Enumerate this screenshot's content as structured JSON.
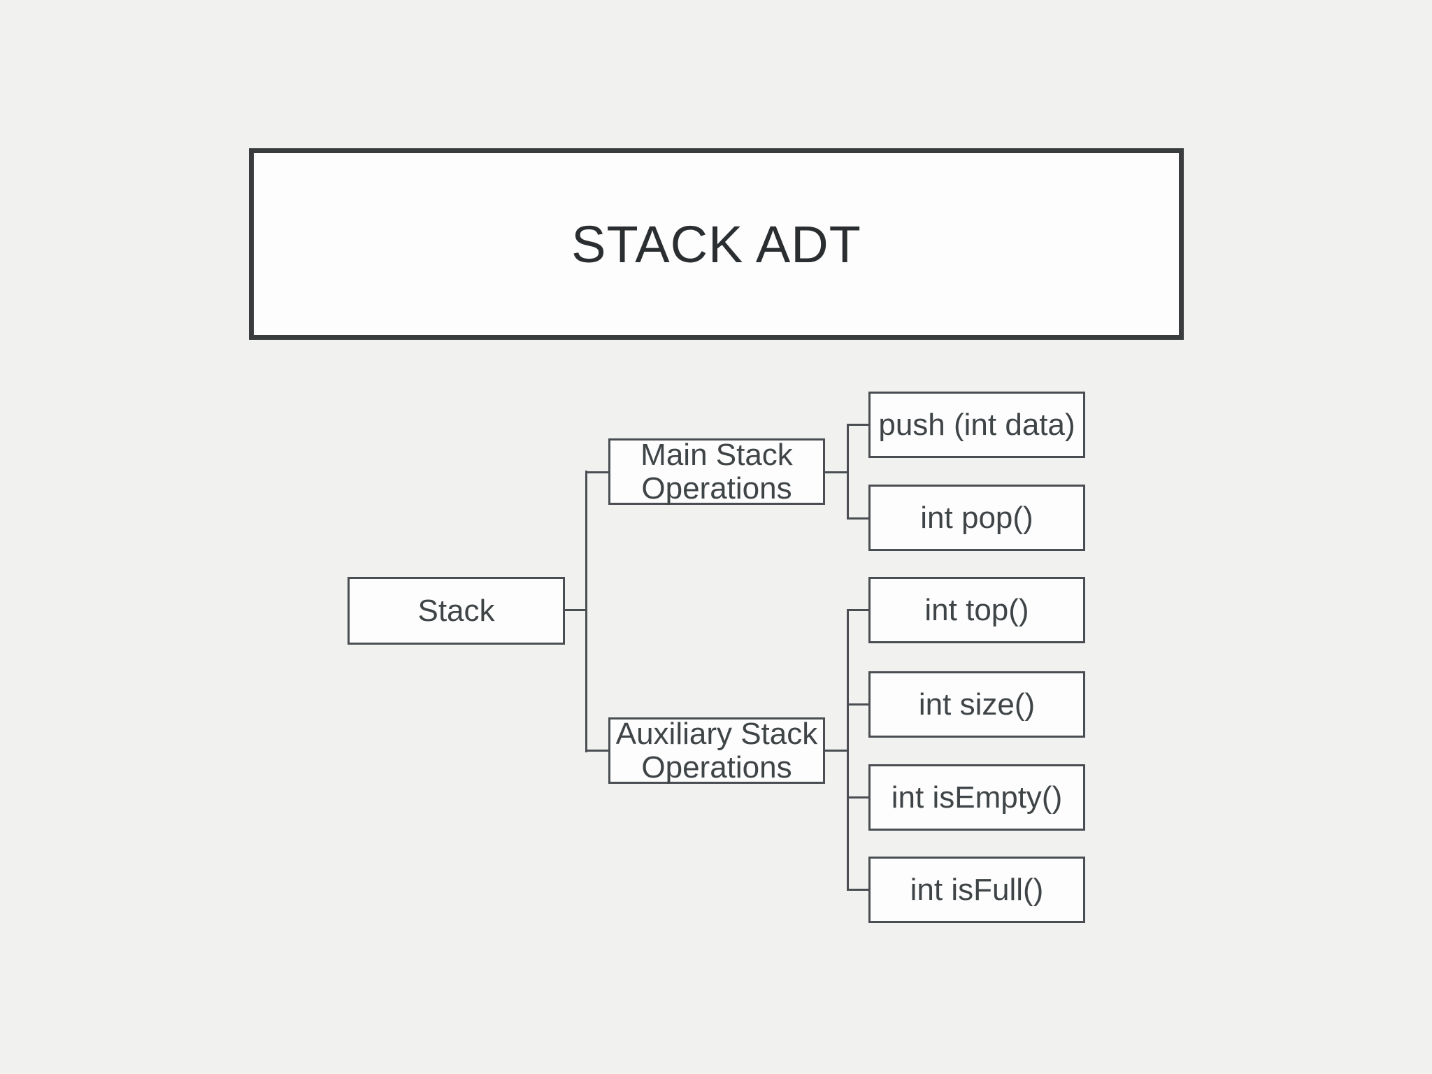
{
  "header": {
    "title": "STACK ADT"
  },
  "nodes": {
    "root": {
      "label": "Stack"
    },
    "main": {
      "label": "Main Stack Operations"
    },
    "aux": {
      "label": "Auxiliary Stack Operations"
    },
    "push": {
      "label": "push (int data)"
    },
    "pop": {
      "label": "int pop()"
    },
    "top": {
      "label": "int top()"
    },
    "size": {
      "label": "int size()"
    },
    "isempty": {
      "label": "int isEmpty()"
    },
    "isfull": {
      "label": "int isFull()"
    }
  },
  "edges": [
    {
      "from": "Stack",
      "to": "Main Stack Operations"
    },
    {
      "from": "Stack",
      "to": "Auxiliary Stack Operations"
    },
    {
      "from": "Main Stack Operations",
      "to": "push (int data)"
    },
    {
      "from": "Main Stack Operations",
      "to": "int pop()"
    },
    {
      "from": "Auxiliary Stack Operations",
      "to": "int top()"
    },
    {
      "from": "Auxiliary Stack Operations",
      "to": "int size()"
    },
    {
      "from": "Auxiliary Stack Operations",
      "to": "int isEmpty()"
    },
    {
      "from": "Auxiliary Stack Operations",
      "to": "int isFull()"
    }
  ],
  "colors": {
    "background": "#f1f1f0",
    "box_fill": "#fdfdfd",
    "box_border": "#4a4e52",
    "title_border": "#3a3c3e",
    "text": "#3f4447",
    "title_text": "#2b2e30",
    "connector": "#4a4e52"
  }
}
